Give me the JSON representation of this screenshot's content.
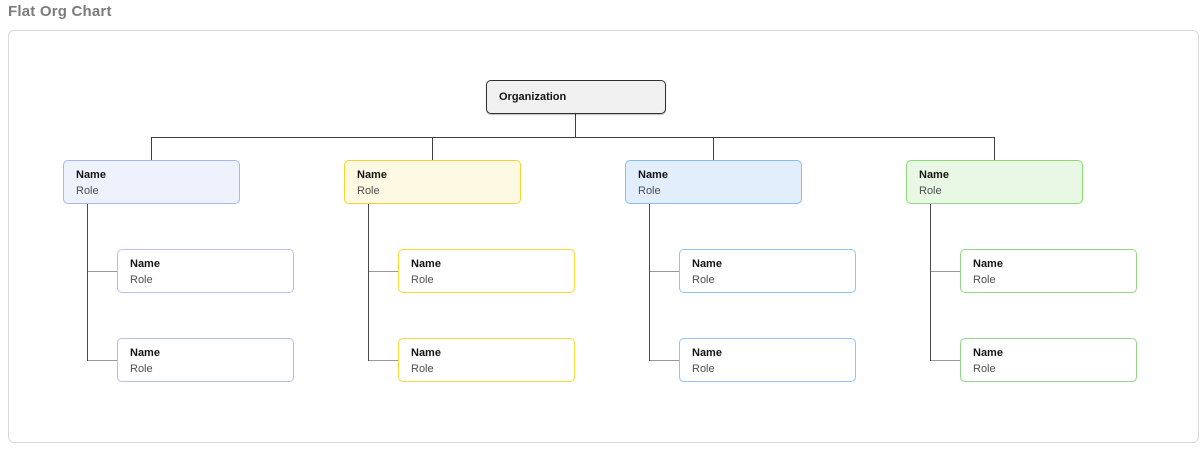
{
  "page_title": "Flat Org Chart",
  "root": {
    "label": "Organization",
    "fill": "#f0f0f0",
    "border": "#2f2f2f"
  },
  "connector_colors": {
    "trunk": "#404040",
    "branch_drop": "#4a4a4a",
    "child_stub": "#9a9a9a"
  },
  "branches": [
    {
      "name": "Name",
      "role": "Role",
      "theme": "indigo",
      "fill": "#eef2fd",
      "border": "#abb5f6",
      "child_fill": "#ffffff",
      "child_border": "#b6bcf8",
      "children": [
        {
          "name": "Name",
          "role": "Role"
        },
        {
          "name": "Name",
          "role": "Role"
        }
      ]
    },
    {
      "name": "Name",
      "role": "Role",
      "theme": "yellow",
      "fill": "#fdf9e3",
      "border": "#f5d22f",
      "child_fill": "#ffffff",
      "child_border": "#f7d93c",
      "children": [
        {
          "name": "Name",
          "role": "Role"
        },
        {
          "name": "Name",
          "role": "Role"
        }
      ]
    },
    {
      "name": "Name",
      "role": "Role",
      "theme": "blue",
      "fill": "#e2eefc",
      "border": "#84bef3",
      "child_fill": "#ffffff",
      "child_border": "#8dc5f6",
      "children": [
        {
          "name": "Name",
          "role": "Role"
        },
        {
          "name": "Name",
          "role": "Role"
        }
      ]
    },
    {
      "name": "Name",
      "role": "Role",
      "theme": "green",
      "fill": "#e8f8e5",
      "border": "#8ed877",
      "child_fill": "#ffffff",
      "child_border": "#92d884",
      "children": [
        {
          "name": "Name",
          "role": "Role"
        },
        {
          "name": "Name",
          "role": "Role"
        }
      ]
    }
  ]
}
